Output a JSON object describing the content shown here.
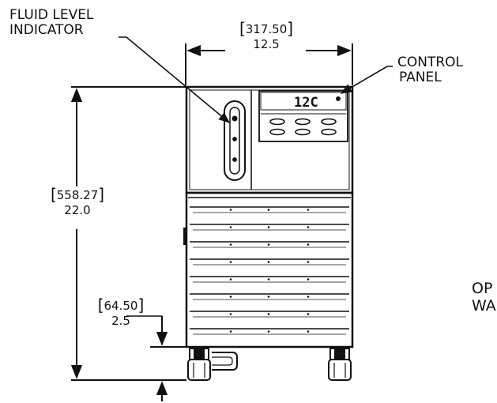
{
  "callouts": {
    "fluid_level_line1": "FLUID LEVEL",
    "fluid_level_line2": "INDICATOR",
    "control_panel_line1": "CONTROL",
    "control_panel_line2": "PANEL",
    "cut_line1": "OP",
    "cut_line2": "WA"
  },
  "dimensions": {
    "width_mm": "317.50",
    "width_in": "12.5",
    "height_mm": "558.27",
    "height_in": "22.0",
    "clearance_mm": "64.50",
    "clearance_in": "2.5"
  },
  "display": {
    "readout": "12C"
  },
  "colors": {
    "line": "#111111",
    "background": "#ffffff"
  }
}
